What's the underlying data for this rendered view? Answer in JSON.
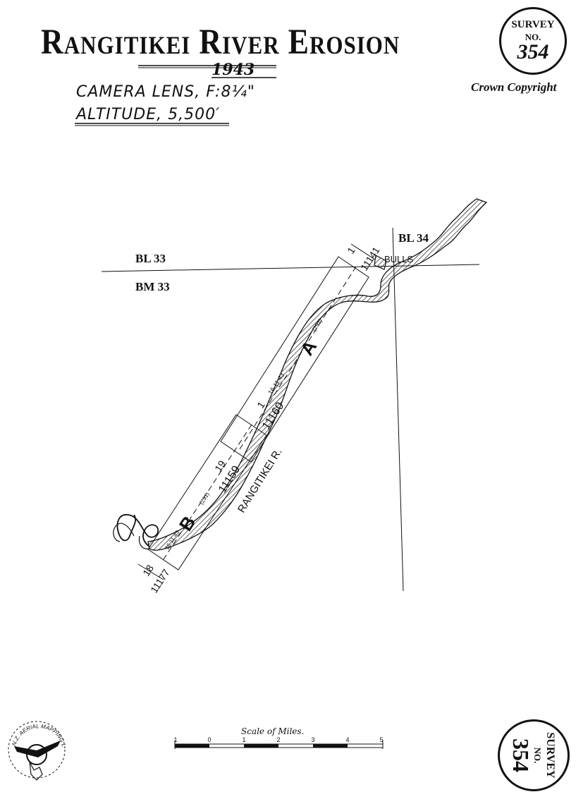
{
  "header": {
    "title": "Rangitikei River Erosion",
    "year": "1943",
    "camera_lens": "CAMERA LENS, F:8¼\"",
    "altitude": "ALTITUDE, 5,500′",
    "copyright": "Crown Copyright"
  },
  "survey_badge": {
    "word": "SURVEY",
    "no": "NO.",
    "number": "354"
  },
  "survey_badge_bottom": {
    "word": "SURVEY",
    "no": "NO.",
    "number": "354"
  },
  "grid": {
    "bl33": "BL 33",
    "bm33": "BM 33",
    "bl34": "BL 34"
  },
  "map": {
    "town": "BULLS",
    "river": "RANGITIKEI R.",
    "strip_a": {
      "letter": "A",
      "run": "(291)",
      "date": "16.11.43",
      "start_photo": "1",
      "start_number": "11141",
      "end_photo": "1",
      "end_number": "11160"
    },
    "strip_b": {
      "letter": "B",
      "run": "(291)",
      "date": "16.11.43",
      "start_photo": "19",
      "start_number": "11159",
      "end_photo": "18",
      "end_number": "11177"
    }
  },
  "scale": {
    "title": "Scale of Miles.",
    "ticks": [
      "1",
      "0",
      "1",
      "2",
      "3",
      "4",
      "5"
    ]
  },
  "logo": {
    "text": "N.Z. AERIAL MAPPING LTD."
  }
}
